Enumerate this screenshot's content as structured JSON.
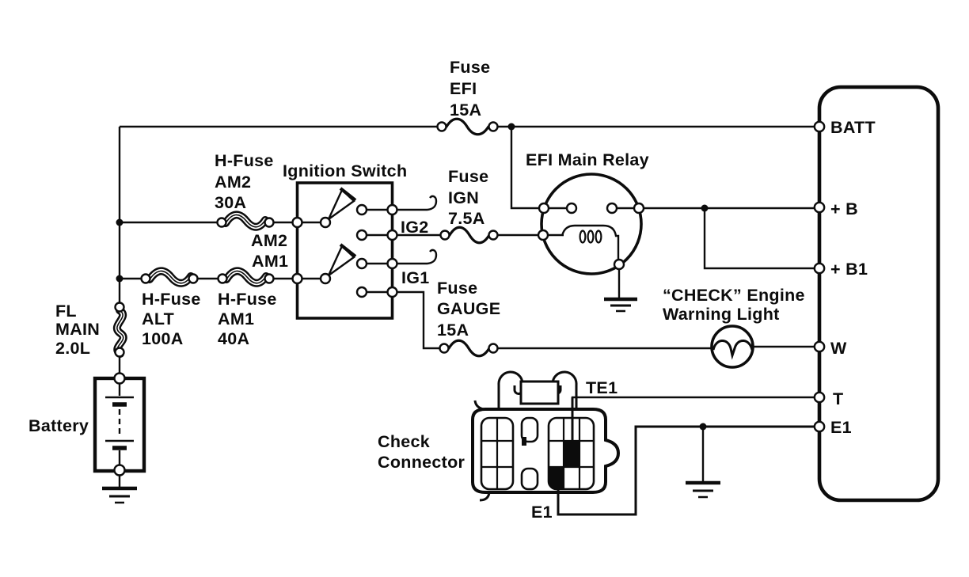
{
  "figure": {
    "type": "automotive-wiring-diagram",
    "background_color": "#ffffff",
    "line_color": "#0c0c0c"
  },
  "labels": {
    "fuse_efi": {
      "lines": [
        "Fuse",
        "EFI",
        "15A"
      ]
    },
    "h_fuse_am2": {
      "lines": [
        "H-Fuse",
        "AM2",
        "30A"
      ]
    },
    "ignition_switch": "Ignition Switch",
    "fuse_ign": {
      "lines": [
        "Fuse",
        "IGN",
        "7.5A"
      ]
    },
    "efi_main_relay": "EFI Main Relay",
    "am2_wire": "AM2",
    "am1_wire": "AM1",
    "ig2": "IG2",
    "ig1": "IG1",
    "fl_main": {
      "lines": [
        "FL",
        "MAIN",
        "2.0L"
      ]
    },
    "h_fuse_alt": {
      "lines": [
        "H-Fuse",
        "ALT",
        "100A"
      ]
    },
    "h_fuse_am1": {
      "lines": [
        "H-Fuse",
        "AM1",
        "40A"
      ]
    },
    "fuse_gauge": {
      "lines": [
        "Fuse",
        "GAUGE",
        "15A"
      ]
    },
    "check_engine_light": {
      "lines": [
        "“CHECK” Engine",
        "Warning Light"
      ]
    },
    "battery": "Battery",
    "check_connector": {
      "lines": [
        "Check",
        "Connector"
      ]
    },
    "te1_pin": "TE1",
    "e1_pin": "E1",
    "ecu_terminals": {
      "batt": "BATT",
      "plus_b": "+ B",
      "plus_b1": "+ B1",
      "w": "W",
      "t": "T",
      "e1": "E1"
    }
  }
}
